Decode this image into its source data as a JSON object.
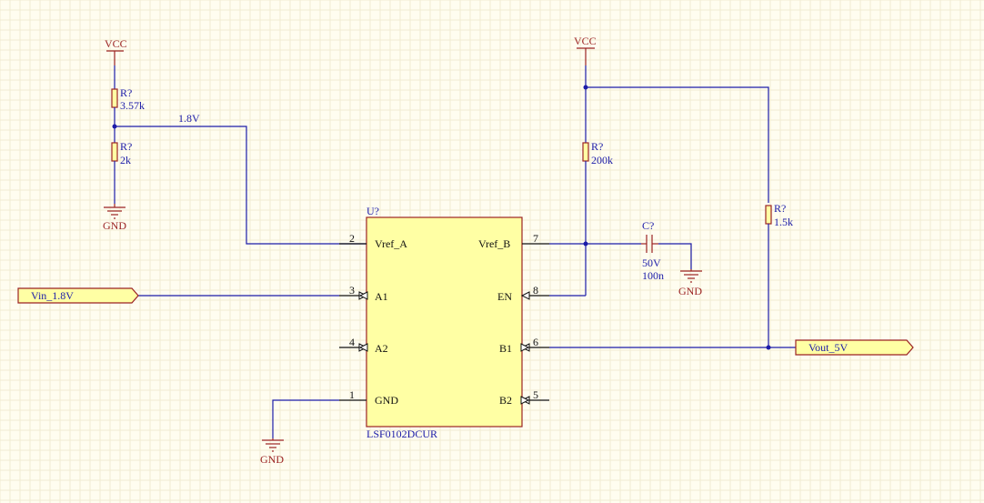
{
  "power": {
    "vcc_label": "VCC",
    "gnd_label": "GND"
  },
  "resistors": [
    {
      "designator": "R?",
      "value": "3.57k"
    },
    {
      "designator": "R?",
      "value": "2k"
    },
    {
      "designator": "R?",
      "value": "200k"
    },
    {
      "designator": "R?",
      "value": "1.5k"
    }
  ],
  "capacitor": {
    "designator": "C?",
    "voltage": "50V",
    "value": "100n"
  },
  "net_labels": {
    "net_1v8": "1.8V"
  },
  "ic": {
    "designator": "U?",
    "part": "LSF0102DCUR",
    "pins": [
      {
        "number": "2",
        "name": "Vref_A"
      },
      {
        "number": "3",
        "name": "A1"
      },
      {
        "number": "4",
        "name": "A2"
      },
      {
        "number": "1",
        "name": "GND"
      },
      {
        "number": "7",
        "name": "Vref_B"
      },
      {
        "number": "8",
        "name": "EN"
      },
      {
        "number": "6",
        "name": "B1"
      },
      {
        "number": "5",
        "name": "B2"
      }
    ]
  },
  "ports": {
    "vin": "Vin_1.8V",
    "vout": "Vout_5V"
  },
  "colors": {
    "wire": "#1c1ca8",
    "part_outline": "#9b2323",
    "part_fill": "#ffffa4",
    "background": "#fffdf0"
  }
}
